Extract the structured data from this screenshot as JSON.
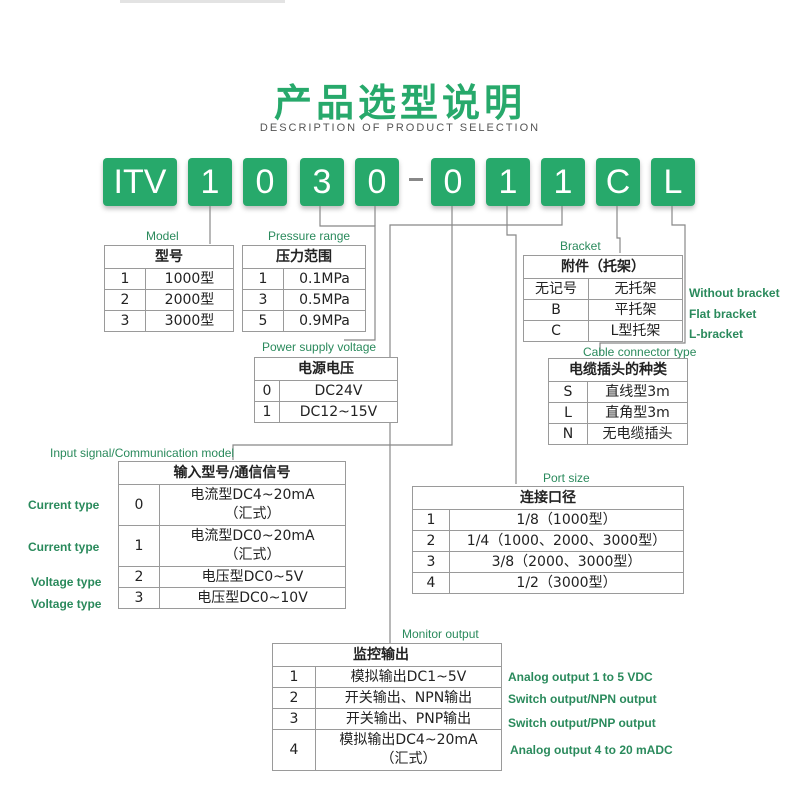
{
  "header": {
    "title": "产品选型说明",
    "subtitle": "DESCRIPTION OF PRODUCT SELECTION"
  },
  "code": [
    "ITV",
    "1",
    "0",
    "3",
    "0",
    "0",
    "1",
    "1",
    "C",
    "L"
  ],
  "model": {
    "en": "Model",
    "title": "型号",
    "rows": [
      [
        "1",
        "1000型"
      ],
      [
        "2",
        "2000型"
      ],
      [
        "3",
        "3000型"
      ]
    ]
  },
  "pressure": {
    "en": "Pressure range",
    "title": "压力范围",
    "rows": [
      [
        "1",
        "0.1MPa"
      ],
      [
        "3",
        "0.5MPa"
      ],
      [
        "5",
        "0.9MPa"
      ]
    ]
  },
  "power": {
    "en": "Power supply voltage",
    "title": "电源电压",
    "rows": [
      [
        "0",
        "DC24V"
      ],
      [
        "1",
        "DC12~15V"
      ]
    ]
  },
  "bracket": {
    "en": "Bracket",
    "title": "附件（托架）",
    "rows": [
      {
        "code": "无记号",
        "desc": "无托架",
        "en": "Without bracket"
      },
      {
        "code": "B",
        "desc": "平托架",
        "en": "Flat bracket"
      },
      {
        "code": "C",
        "desc": "L型托架",
        "en": "L-bracket"
      }
    ]
  },
  "cable": {
    "en": "Cable connector type",
    "title": "电缆插头的种类",
    "rows": [
      [
        "S",
        "直线型3m"
      ],
      [
        "L",
        "直角型3m"
      ],
      [
        "N",
        "无电缆插头"
      ]
    ]
  },
  "input": {
    "en": "Input signal/Communication model",
    "title": "输入型号/通信信号",
    "rows": [
      {
        "en": "Current type",
        "code": "0",
        "desc": "电流型DC4~20mA",
        "desc2": "（汇式）"
      },
      {
        "en": "Current type",
        "code": "1",
        "desc": "电流型DC0~20mA",
        "desc2": "（汇式）"
      },
      {
        "en": "Voltage type",
        "code": "2",
        "desc": "电压型DC0~5V"
      },
      {
        "en": "Voltage type",
        "code": "3",
        "desc": "电压型DC0~10V"
      }
    ]
  },
  "port": {
    "en": "Port size",
    "title": "连接口径",
    "rows": [
      [
        "1",
        "1/8（1000型）"
      ],
      [
        "2",
        "1/4（1000、2000、3000型）"
      ],
      [
        "3",
        "3/8（2000、3000型）"
      ],
      [
        "4",
        "1/2（3000型）"
      ]
    ]
  },
  "monitor": {
    "en": "Monitor output",
    "title": "监控输出",
    "rows": [
      {
        "code": "1",
        "desc": "模拟输出DC1~5V",
        "en": "Analog output 1 to 5 VDC"
      },
      {
        "code": "2",
        "desc": "开关输出、NPN输出",
        "en": "Switch output/NPN output"
      },
      {
        "code": "3",
        "desc": "开关输出、PNP输出",
        "en": "Switch output/PNP output"
      },
      {
        "code": "4",
        "desc": "模拟输出DC4~20mA",
        "desc2": "（汇式）",
        "en": "Analog output 4 to 20 mADC"
      }
    ]
  },
  "colors": {
    "accent": "#27a96b",
    "label": "#2a8a5c",
    "line": "#888888"
  }
}
